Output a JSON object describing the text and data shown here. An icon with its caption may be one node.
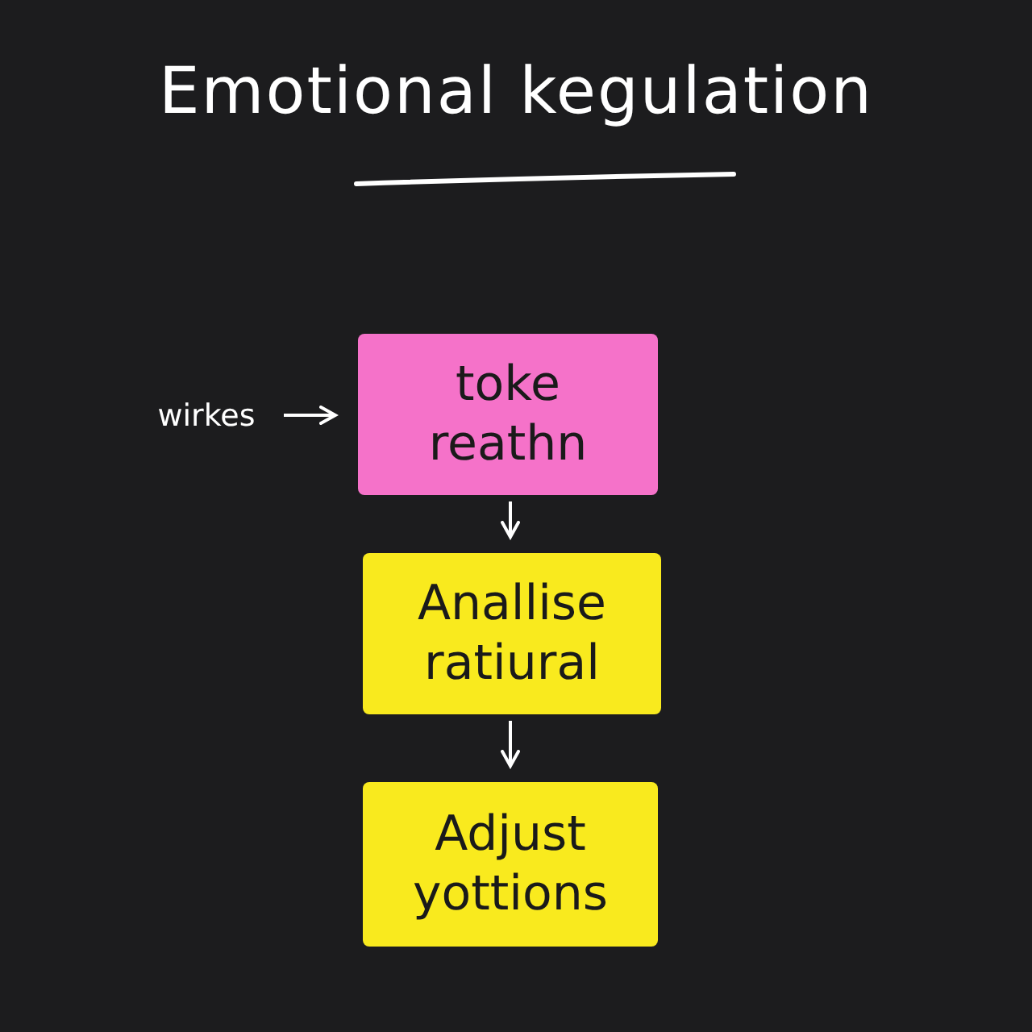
{
  "diagram": {
    "title": "Emotional kegulation",
    "nodes": [
      {
        "text": [
          "wirkes"
        ]
      },
      {
        "text": [
          "toke reathn"
        ]
      },
      {
        "text": [
          "Anallise ratiural"
        ]
      },
      {
        "text": [
          "Adjust yottions"
        ]
      }
    ],
    "edges": [
      {
        "from": 0,
        "to": 1,
        "arrow": "to"
      },
      {
        "from": 1,
        "to": 2,
        "arrow": "to"
      },
      {
        "from": 2,
        "to": 3,
        "arrow": "to"
      }
    ]
  }
}
